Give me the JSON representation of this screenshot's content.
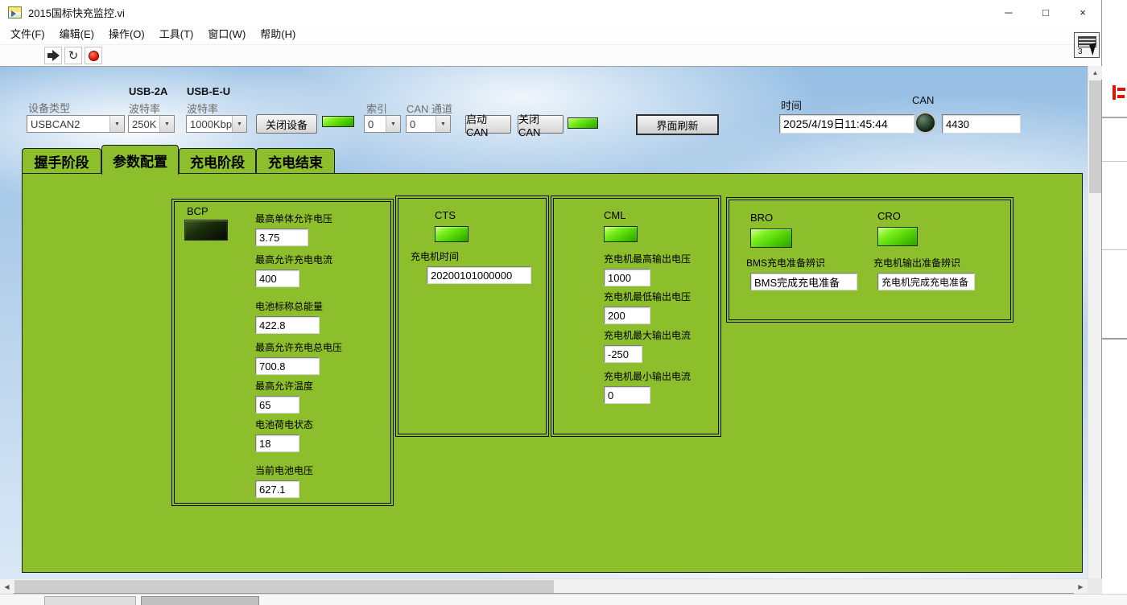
{
  "window": {
    "title": "2015国标快充监控.vi",
    "minimize": "─",
    "maximize": "□",
    "close": "×"
  },
  "menu": {
    "items": [
      "文件(F)",
      "编辑(E)",
      "操作(O)",
      "工具(T)",
      "窗口(W)",
      "帮助(H)"
    ]
  },
  "toolbar": {
    "icons": [
      "run",
      "run-continuous",
      "abort"
    ],
    "vi_icon_number": "3"
  },
  "icons": {
    "run_continuous": "↻",
    "combo_arrow": "▼",
    "scroll_up": "▲",
    "scroll_down": "▼",
    "scroll_left": "◀",
    "scroll_right": "▶"
  },
  "controls": {
    "device_type_label": "设备类型",
    "device_type_value": "USBCAN2",
    "usb2a_title": "USB-2A",
    "usb2a_baud_label": "波特率",
    "usb2a_baud_value": "250K",
    "usbeu_title": "USB-E-U",
    "usbeu_baud_label": "波特率",
    "usbeu_baud_value": "1000Kbp",
    "close_device_button": "关闭设备",
    "device_led": "on",
    "index_label": "索引",
    "index_value": "0",
    "can_channel_label": "CAN 通道",
    "can_channel_value": "0",
    "start_can_button": "启动 CAN",
    "close_can_button": "关闭 CAN",
    "can_led": "on",
    "refresh_button": "界面刷新",
    "time_label": "时间",
    "time_value": "2025/4/19日11:45:44",
    "time_led": "off",
    "can_label": "CAN",
    "can_value": "4430"
  },
  "tabs": [
    {
      "label": "握手阶段",
      "selected": false
    },
    {
      "label": "参数配置",
      "selected": true
    },
    {
      "label": "充电阶段",
      "selected": false
    },
    {
      "label": "充电结束",
      "selected": false
    }
  ],
  "panels": {
    "bcp": {
      "title": "BCP",
      "led": "off",
      "fields": [
        {
          "label": "最高单体允许电压",
          "value": "3.75"
        },
        {
          "label": "最高允许充电电流",
          "value": "400"
        },
        {
          "label": "电池标称总能量",
          "value": "422.8"
        },
        {
          "label": "最高允许充电总电压",
          "value": "700.8"
        },
        {
          "label": "最高允许温度",
          "value": "65"
        },
        {
          "label": "电池荷电状态",
          "value": "18"
        },
        {
          "label": "当前电池电压",
          "value": "627.1"
        }
      ]
    },
    "cts": {
      "title": "CTS",
      "led": "on",
      "fields": [
        {
          "label": "充电机时间",
          "value": "20200101000000"
        }
      ]
    },
    "cml": {
      "title": "CML",
      "led": "on",
      "fields": [
        {
          "label": "充电机最高输出电压",
          "value": "1000"
        },
        {
          "label": "充电机最低输出电压",
          "value": "200"
        },
        {
          "label": "充电机最大输出电流",
          "value": "-250"
        },
        {
          "label": "充电机最小输出电流",
          "value": "0"
        }
      ]
    },
    "bro": {
      "title": "BRO",
      "led": "on",
      "fields": [
        {
          "label": "BMS充电准备辨识",
          "value": "BMS完成充电准备"
        }
      ]
    },
    "cro": {
      "title": "CRO",
      "led": "on",
      "fields": [
        {
          "label": "充电机输出准备辨识",
          "value": "充电机完成充电准备"
        }
      ]
    }
  },
  "colors": {
    "panel_green": "#8dbe2b",
    "led_on": "#52d800",
    "led_off": "#16270a",
    "sky": "#a6c8e8"
  }
}
